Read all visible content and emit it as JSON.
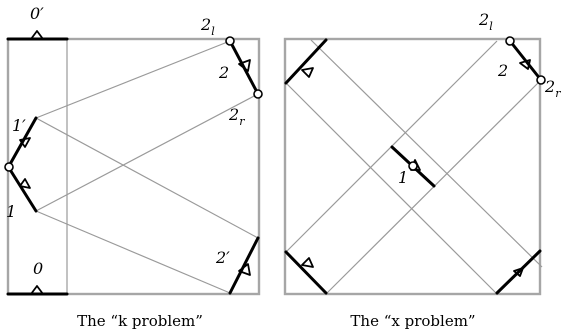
{
  "k_problem": {
    "caption": "The “k problem”",
    "labels": {
      "zero_prime": "0′",
      "zero": "0",
      "one_prime": "1′",
      "one": "1",
      "two": "2",
      "two_l_base": "2",
      "two_l_sub": "l",
      "two_r_base": "2",
      "two_r_sub": "r",
      "two_prime": "2′"
    }
  },
  "x_problem": {
    "caption": "The “x problem”",
    "labels": {
      "one": "1",
      "two": "2",
      "two_l_base": "2",
      "two_l_sub": "l",
      "two_r_base": "2",
      "two_r_sub": "r"
    }
  }
}
